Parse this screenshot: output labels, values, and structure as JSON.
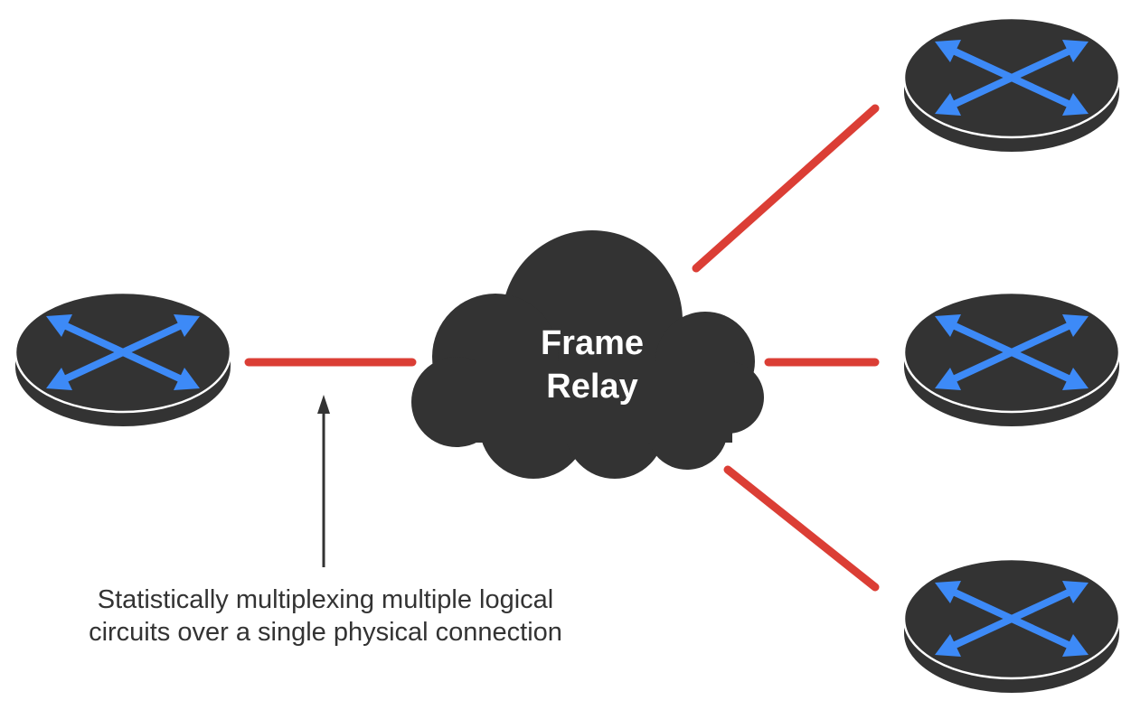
{
  "cloud": {
    "line1": "Frame",
    "line2": "Relay"
  },
  "caption": {
    "line1": "Statistically multiplexing multiple logical",
    "line2": "circuits over a single physical connection"
  },
  "colors": {
    "router_body": "#333333",
    "router_outline": "#ffffff",
    "arrow": "#3d8af7",
    "link": "#db3e35",
    "cloud": "#333333",
    "cloud_text": "#ffffff",
    "caption_text": "#333333",
    "pointer": "#333333"
  },
  "icons": {
    "router": "router-icon",
    "cloud": "cloud-icon",
    "pointer": "up-arrow-icon"
  }
}
